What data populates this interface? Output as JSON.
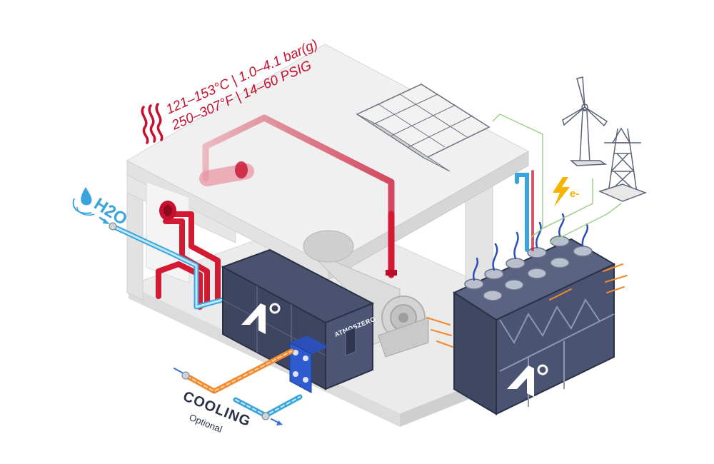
{
  "labels": {
    "steam_line1": "121–153°C | 1.0–4.1 bar(g)",
    "steam_line2": "250–307°F | 14–60 PSIG",
    "water": "H2O",
    "electricity": "e-",
    "cooling_title": "COOLING",
    "cooling_sub": "Optional",
    "brand": "ATMOSZERO"
  },
  "colors": {
    "steam": "#c8102e",
    "water": "#3aa4dc",
    "cooling": "#f08a2c",
    "unit": "#39415a",
    "building": "#e8e8e8",
    "grid_line": "#9fd08a"
  },
  "icons": [
    "heat-waves-icon",
    "water-drop-icon",
    "lightning-icon",
    "wind-turbine-icon",
    "pylon-icon",
    "solar-panel-icon"
  ]
}
